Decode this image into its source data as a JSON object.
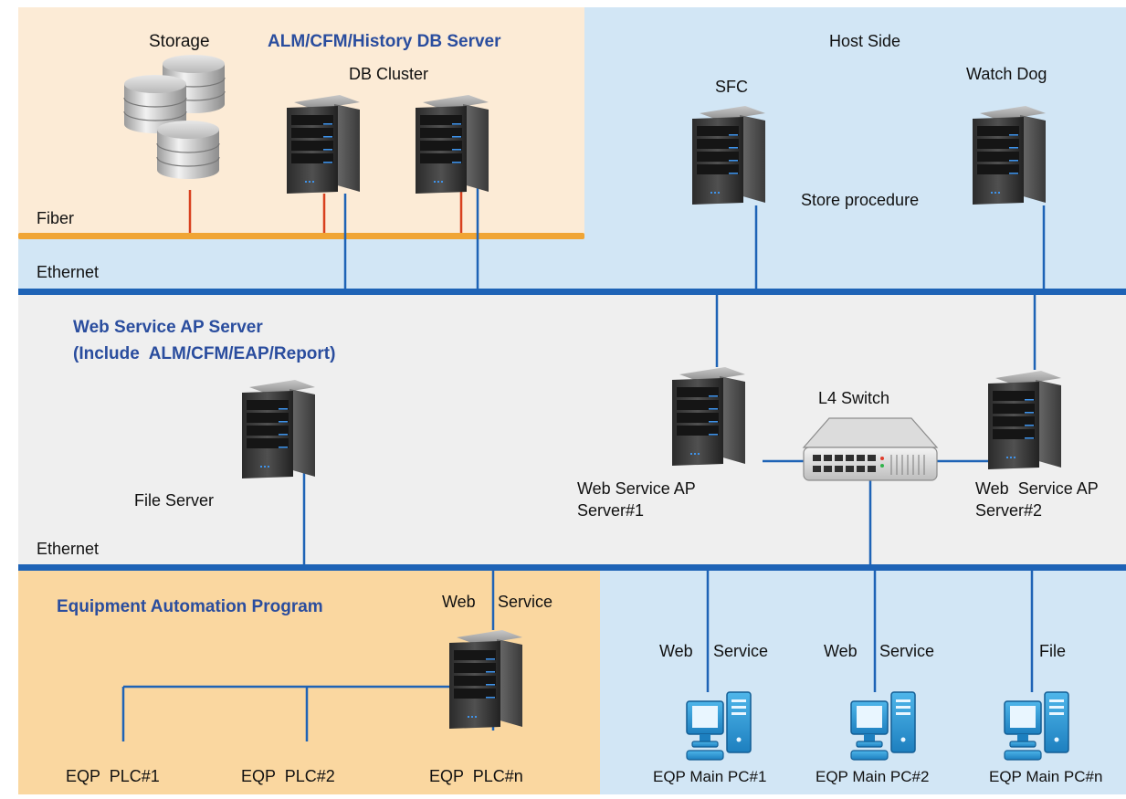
{
  "zones": {
    "db_title": "ALM/CFM/History DB Server",
    "host_title": "Host Side",
    "web_title_line1": "Web Service AP Server",
    "web_title_line2": "(Include  ALM/CFM/EAP/Report)",
    "eap_title": "Equipment Automation Program"
  },
  "networks": {
    "fiber": "Fiber",
    "ethernet_top": "Ethernet",
    "ethernet_bottom": "Ethernet"
  },
  "nodes": {
    "storage": "Storage",
    "db_cluster": "DB Cluster",
    "sfc": "SFC",
    "store_procedure": "Store procedure",
    "watch_dog": "Watch Dog",
    "file_server": "File Server",
    "ws1_line1": "Web Service AP",
    "ws1_line2": "Server#1",
    "l4_switch": "L4 Switch",
    "ws2_line1": "Web  Service AP",
    "ws2_line2": "Server#2",
    "eap_link_a": "Web",
    "eap_link_b": "Service",
    "plc1": "EQP  PLC#1",
    "plc2": "EQP  PLC#2",
    "plcn": "EQP  PLC#n",
    "pc1_link_a": "Web",
    "pc1_link_b": "Service",
    "pc2_link_a": "Web",
    "pc2_link_b": "Service",
    "pc3_link": "File",
    "pc1": "EQP Main PC#1",
    "pc2": "EQP Main PC#2",
    "pcn": "EQP Main PC#n"
  },
  "colors": {
    "db_zone": "#fcebd6",
    "host_zone": "#d2e6f5",
    "web_zone": "#efefef",
    "eap_zone": "#fad7a0",
    "pc_zone": "#d2e6f5",
    "title_blue": "#2a4d9e",
    "bus_blue": "#1e63b6",
    "fiber_orange": "#f0a535",
    "drop_red": "#d8401e"
  }
}
